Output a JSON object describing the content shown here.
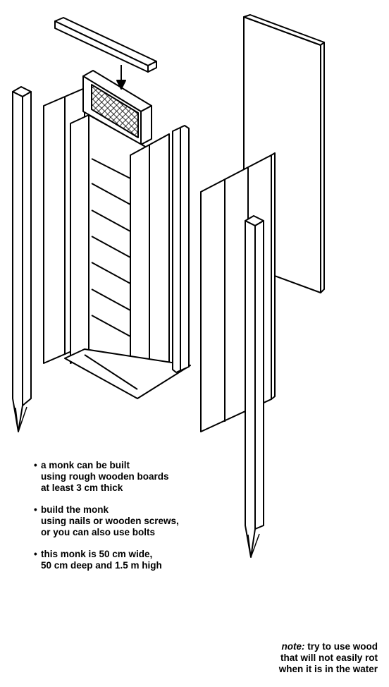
{
  "bullets": [
    {
      "lines": [
        "a monk can be built",
        "using rough wooden boards",
        "at least 3 cm thick"
      ]
    },
    {
      "lines": [
        "build the monk",
        "using nails or wooden screws,",
        "or you can also use bolts"
      ]
    },
    {
      "lines": [
        "this monk is 50 cm wide,",
        "50 cm deep and 1.5 m high"
      ]
    }
  ],
  "note": {
    "prefix": "note:",
    "line1": "try to use wood",
    "line2": "that will not easily rot",
    "line3": "when it is in the water"
  },
  "bullet_symbol": "•"
}
